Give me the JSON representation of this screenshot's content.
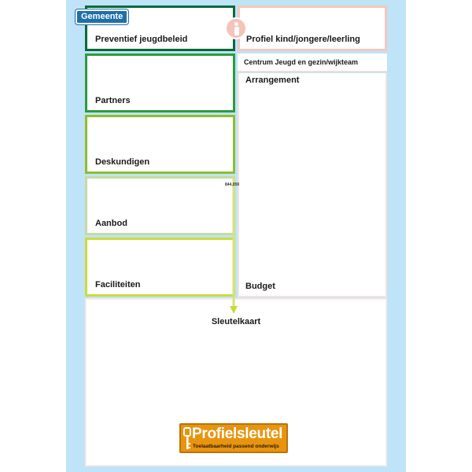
{
  "left_column": {
    "preventief": "Preventief jeugdbeleid",
    "partners": "Partners",
    "deskundigen": "Deskundigen",
    "aanbod": "Aanbod",
    "faciliteiten": "Faciliteiten"
  },
  "right_column": {
    "profiel": "Profiel kind/jongere/leerling",
    "centrum": "Centrum Jeugd en gezin/wijkteam",
    "arrangement": "Arrangement",
    "budget": "Budget"
  },
  "bottom": {
    "sleutelkaart": "Sleutelkaart"
  },
  "tag": {
    "gemeente": "Gemeente"
  },
  "misc": {
    "small_code": "844,059"
  },
  "logo": {
    "brand": "Profielsleutel",
    "tagline": "Toelaatbaarheid passend onderwijs"
  },
  "icons": {
    "person": "person-icon",
    "arrow": "arrow-down-icon",
    "key": "key-icon"
  },
  "colors": {
    "background": "#bfe3f7",
    "gemeente_blue": "#1f6fa8",
    "dark_green": "#0a6a3a",
    "green": "#2e9a3e",
    "lime": "#8cbf2e",
    "pale_green": "#c6dca0",
    "yellow_green": "#c9dc3a",
    "salmon": "#f3c8c0",
    "logo_orange": "#e8940e"
  }
}
